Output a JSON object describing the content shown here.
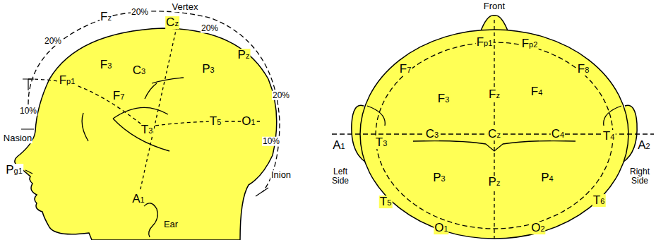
{
  "diagram": {
    "labels": [
      "Vertex",
      "20%",
      "Fz",
      "20%",
      "Cz",
      "20%",
      "Pz",
      "20%",
      "F3",
      "C3",
      "P3",
      "10%",
      "Fp1",
      "F7",
      "Nasion",
      "T3",
      "T5",
      "O1",
      "10%",
      "Inion",
      "Pg1",
      "A1",
      "Ear",
      "Front",
      "Fp1",
      "Fp2",
      "F7",
      "F3",
      "Fz",
      "F4",
      "F8",
      "A1",
      "T3",
      "C3",
      "Cz",
      "C4",
      "T4",
      "A2",
      "Left Side",
      "Right Side",
      "P3",
      "Pz",
      "P4",
      "T5",
      "T6",
      "O1",
      "O2"
    ]
  }
}
